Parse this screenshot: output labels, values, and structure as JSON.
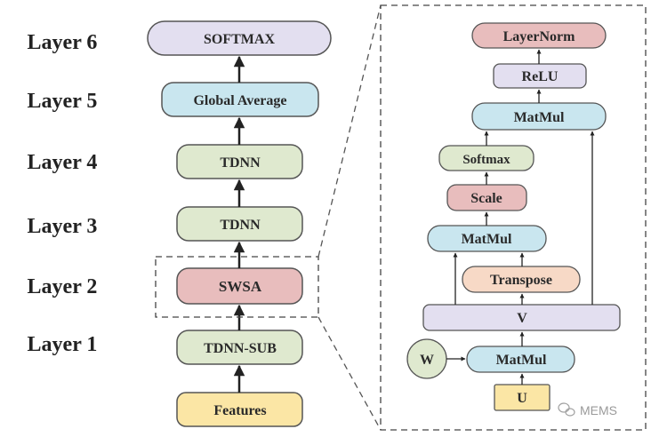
{
  "layers": [
    {
      "label": "Layer 6",
      "block": "SOFTMAX"
    },
    {
      "label": "Layer 5",
      "block": "Global Average"
    },
    {
      "label": "Layer 4",
      "block": "TDNN"
    },
    {
      "label": "Layer 3",
      "block": "TDNN"
    },
    {
      "label": "Layer 2",
      "block": "SWSA"
    },
    {
      "label": "Layer 1",
      "block": "TDNN-SUB"
    }
  ],
  "input_block": "Features",
  "detail": {
    "layernorm": "LayerNorm",
    "relu": "ReLU",
    "matmul_top": "MatMul",
    "softmax": "Softmax",
    "scale": "Scale",
    "matmul_mid": "MatMul",
    "transpose": "Transpose",
    "v": "V",
    "w": "W",
    "matmul_bottom": "MatMul",
    "u": "U"
  },
  "watermark": "MEMS",
  "colors": {
    "lavender": "#e3dff0",
    "blue": "#c9e6ef",
    "green": "#dfe9cf",
    "red": "#e8bdbd",
    "peach": "#f7d9c6",
    "yellow": "#fbe6a5",
    "outline": "#555555"
  }
}
